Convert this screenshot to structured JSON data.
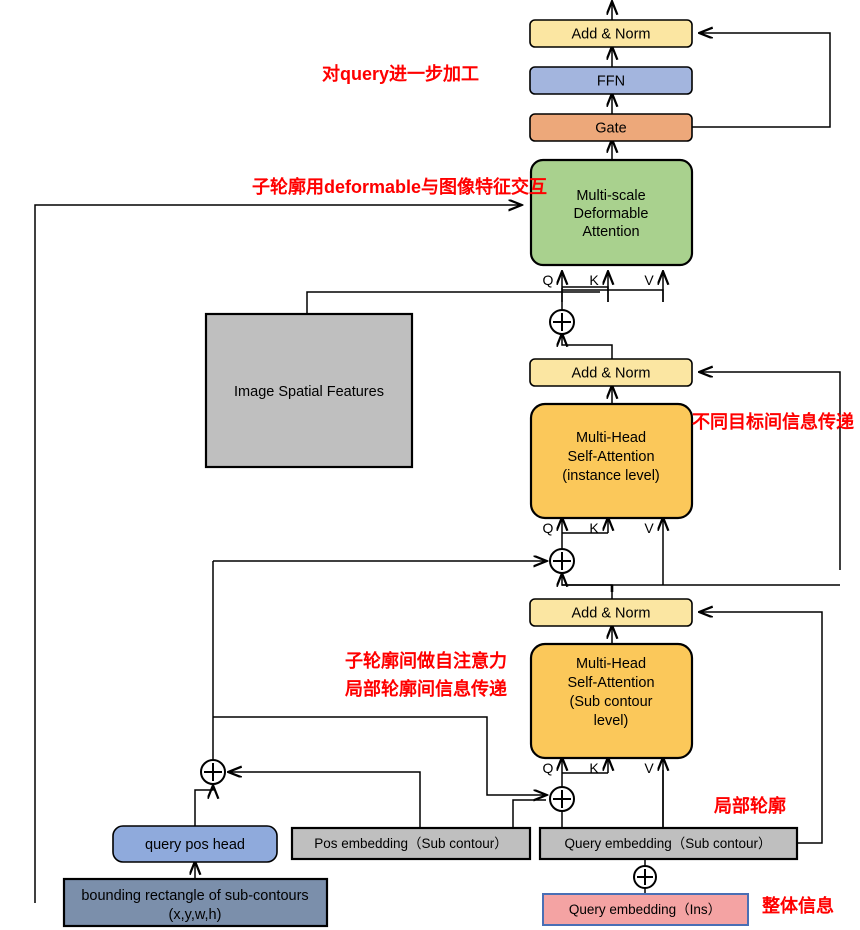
{
  "diagram": {
    "title": "Sub-contour Transformer Decoder Block",
    "colors": {
      "add_norm": "#fbe6a2",
      "ffn": "#a3b5de",
      "gate": "#eda87a",
      "deformable": "#a9d18e",
      "self_attention": "#fbc85a",
      "image_features": "#bfbfbf",
      "embedding_gray": "#bfbfbf",
      "query_pos_head": "#8faadc",
      "bounding_rect": "#7b8fab",
      "query_ins": "#f4a3a3",
      "note_red": "#ff0000"
    },
    "nodes": {
      "add_norm_top": "Add & Norm",
      "ffn": "FFN",
      "gate": "Gate",
      "deformable_attention": [
        "Multi-scale",
        "Deformable",
        "Attention"
      ],
      "add_norm_mid": "Add & Norm",
      "self_attention_instance": [
        "Multi-Head",
        "Self-Attention",
        "(instance level)"
      ],
      "add_norm_low": "Add & Norm",
      "self_attention_subcontour": [
        "Multi-Head",
        "Self-Attention",
        "(Sub contour",
        "level)"
      ],
      "image_spatial_features": "Image Spatial Features",
      "query_pos_head": "query pos head",
      "bounding_rectangle": [
        "bounding rectangle of sub-contours",
        "(x,y,w,h)"
      ],
      "pos_embedding_sub": "Pos embedding（Sub contour）",
      "query_embedding_sub": "Query embedding（Sub contour）",
      "query_embedding_ins": "Query embedding（Ins）"
    },
    "qkv_labels": {
      "q": "Q",
      "k": "K",
      "v": "V"
    },
    "annotations": [
      {
        "id": "note-query-refine",
        "text": "对query进一步加工"
      },
      {
        "id": "note-deformable-interact",
        "text": "子轮廓用deformable与图像特征交互"
      },
      {
        "id": "note-instance-transfer",
        "text": "不同目标间信息传递"
      },
      {
        "id": "note-subcontour-self-attn-line1",
        "text": "子轮廓间做自注意力"
      },
      {
        "id": "note-subcontour-self-attn-line2",
        "text": "局部轮廓间信息传递"
      },
      {
        "id": "note-local-contour",
        "text": "局部轮廓"
      },
      {
        "id": "note-global-info",
        "text": "整体信息"
      }
    ],
    "plus_symbol": "+"
  }
}
